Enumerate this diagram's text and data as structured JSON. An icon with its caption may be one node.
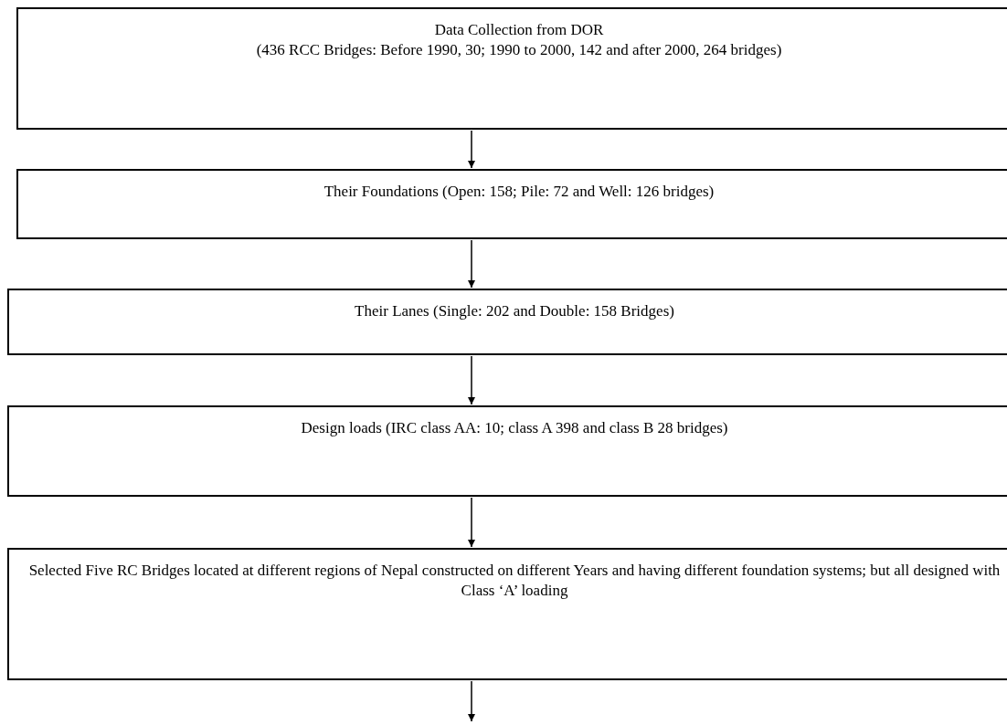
{
  "diagram": {
    "nodes": [
      {
        "text": [
          "Data Collection from DOR",
          "(436 RCC Bridges: Before 1990, 30; 1990 to 2000, 142 and after 2000, 264 bridges)"
        ]
      },
      {
        "text": [
          "Their Foundations (Open: 158; Pile: 72 and Well: 126 bridges)"
        ]
      },
      {
        "text": [
          "Their Lanes (Single: 202 and Double: 158 Bridges)"
        ]
      },
      {
        "text": [
          "Design loads (IRC class AA: 10; class A 398 and class B 28 bridges)"
        ]
      },
      {
        "text": [
          "Selected Five RC Bridges located at different regions of Nepal constructed on different Years and having different foundation systems; but all designed with Class ‘A’ loading"
        ]
      }
    ],
    "edges": [
      {
        "from": 0,
        "to": 1,
        "arrow": "to"
      },
      {
        "from": 1,
        "to": 2,
        "arrow": "to"
      },
      {
        "from": 2,
        "to": 3,
        "arrow": "to"
      },
      {
        "from": 3,
        "to": 4,
        "arrow": "to"
      },
      {
        "from": 4,
        "to": null,
        "arrow": "to"
      }
    ]
  }
}
